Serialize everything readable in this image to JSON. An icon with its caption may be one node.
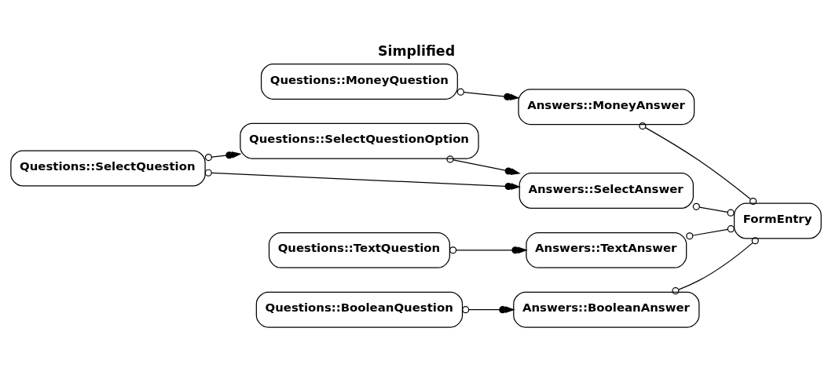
{
  "diagram": {
    "title": "Simplified",
    "nodes": [
      {
        "text": [
          "Questions::MoneyQuestion"
        ]
      },
      {
        "text": [
          "Answers::MoneyAnswer"
        ]
      },
      {
        "text": [
          "Questions::SelectQuestion"
        ]
      },
      {
        "text": [
          "Questions::SelectQuestionOption"
        ]
      },
      {
        "text": [
          "Answers::SelectAnswer"
        ]
      },
      {
        "text": [
          "FormEntry"
        ]
      },
      {
        "text": [
          "Questions::TextQuestion"
        ]
      },
      {
        "text": [
          "Answers::TextAnswer"
        ]
      },
      {
        "text": [
          "Questions::BooleanQuestion"
        ]
      },
      {
        "text": [
          "Answers::BooleanAnswer"
        ]
      }
    ],
    "edges": [
      {
        "from": 0,
        "to": 1,
        "arrow": "to"
      },
      {
        "from": 2,
        "to": 4,
        "arrow": "to"
      },
      {
        "from": 2,
        "to": 3,
        "arrow": "to"
      },
      {
        "from": 3,
        "to": 4,
        "arrow": "to"
      },
      {
        "from": 6,
        "to": 7,
        "arrow": "to"
      },
      {
        "from": 8,
        "to": 9,
        "arrow": "to"
      },
      {
        "from": 1,
        "to": 5,
        "arrow": "other"
      },
      {
        "from": 4,
        "to": 5,
        "arrow": "other"
      },
      {
        "from": 7,
        "to": 5,
        "arrow": "other"
      },
      {
        "from": 9,
        "to": 5,
        "arrow": "other"
      }
    ]
  }
}
